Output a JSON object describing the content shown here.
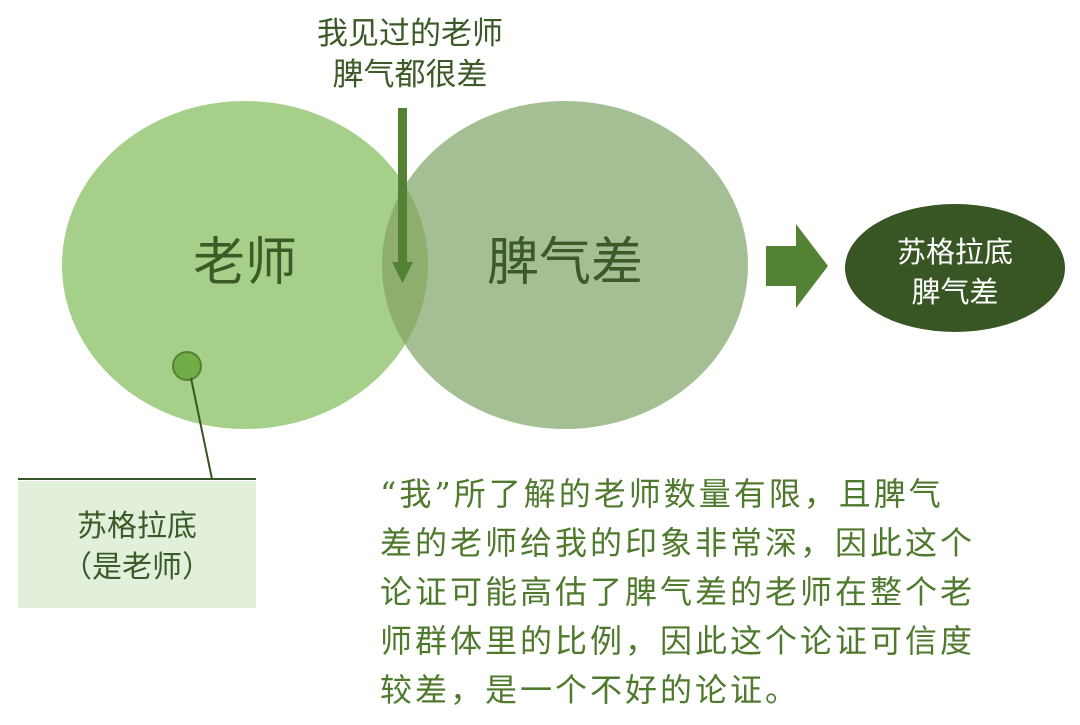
{
  "top_label": {
    "line1": "我见过的老师",
    "line2": "脾气都很差"
  },
  "circle_left": {
    "label": "老师"
  },
  "circle_right": {
    "label": "脾气差"
  },
  "result": {
    "line1": "苏格拉底",
    "line2": "脾气差"
  },
  "callout": {
    "line1": "苏格拉底",
    "line2": "（是老师）"
  },
  "note": {
    "lines": [
      "“我”所了解的老师数量有限，且脾气",
      "差的老师给我的印象非常深，因此这个",
      "论证可能高估了脾气差的老师在整个老",
      "师群体里的比例，因此这个论证可信度",
      "较差，是一个不好的论证。"
    ]
  },
  "colors": {
    "circle_left": "#a6d08a",
    "circle_right": "#a5bf94",
    "overlap": "#8eae6e",
    "arrow": "#548235",
    "result_fill": "#375623",
    "callout_box": "#e2efda",
    "dot": "#70ad47",
    "text_dark": "#3c5a28",
    "text_note": "#4f7a2e"
  }
}
